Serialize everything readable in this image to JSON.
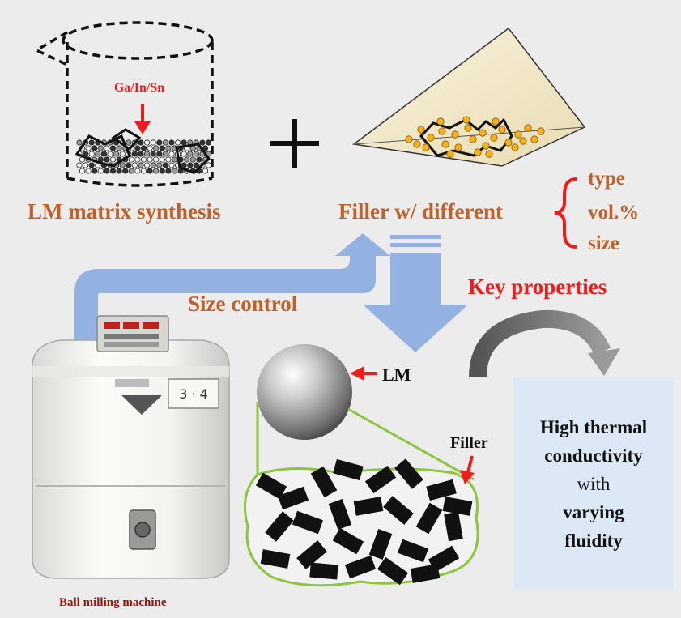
{
  "labels": {
    "ga_in_sn": "Ga/In/Sn",
    "lm_matrix": "LM matrix synthesis",
    "filler_different": "Filler w/ different",
    "type": "type",
    "vol": "vol.%",
    "size": "size",
    "size_control": "Size control",
    "key_properties": "Key properties",
    "lm": "LM",
    "filler": "Filler",
    "ball_milling": "Ball milling machine",
    "machine_panel": "3 · 4"
  },
  "result_box": {
    "line1": "High thermal",
    "line2": "conductivity",
    "line3": "with",
    "line4": "varying",
    "line5": "fluidity"
  },
  "colors": {
    "brown_text": "#c0602a",
    "red_accent": "#ee1c1c",
    "blue_arrow": "#93b1e1",
    "green_outline": "#8cc63f",
    "box_fill": "#dce8f6",
    "gold_particles": "#f5b21a"
  }
}
